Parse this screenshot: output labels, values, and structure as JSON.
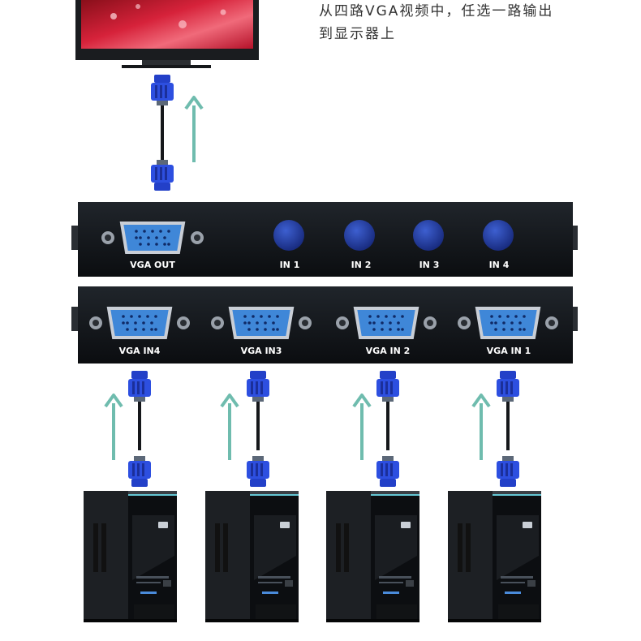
{
  "caption": {
    "line1": "从四路VGA视频中，任选一路输出",
    "line2": "到显示器上"
  },
  "front_panel": {
    "output_label": "VGA OUT",
    "buttons": [
      "IN 1",
      "IN 2",
      "IN 3",
      "IN 4"
    ]
  },
  "back_panel": {
    "inputs": [
      "VGA IN4",
      "VGA IN3",
      "VGA IN 2",
      "VGA IN 1"
    ]
  },
  "colors": {
    "arrow": "#6fbcae",
    "button": "#1f3a9e",
    "vga_port": "#3f87d8",
    "connector": "#2340c8",
    "chassis": "#111418"
  }
}
